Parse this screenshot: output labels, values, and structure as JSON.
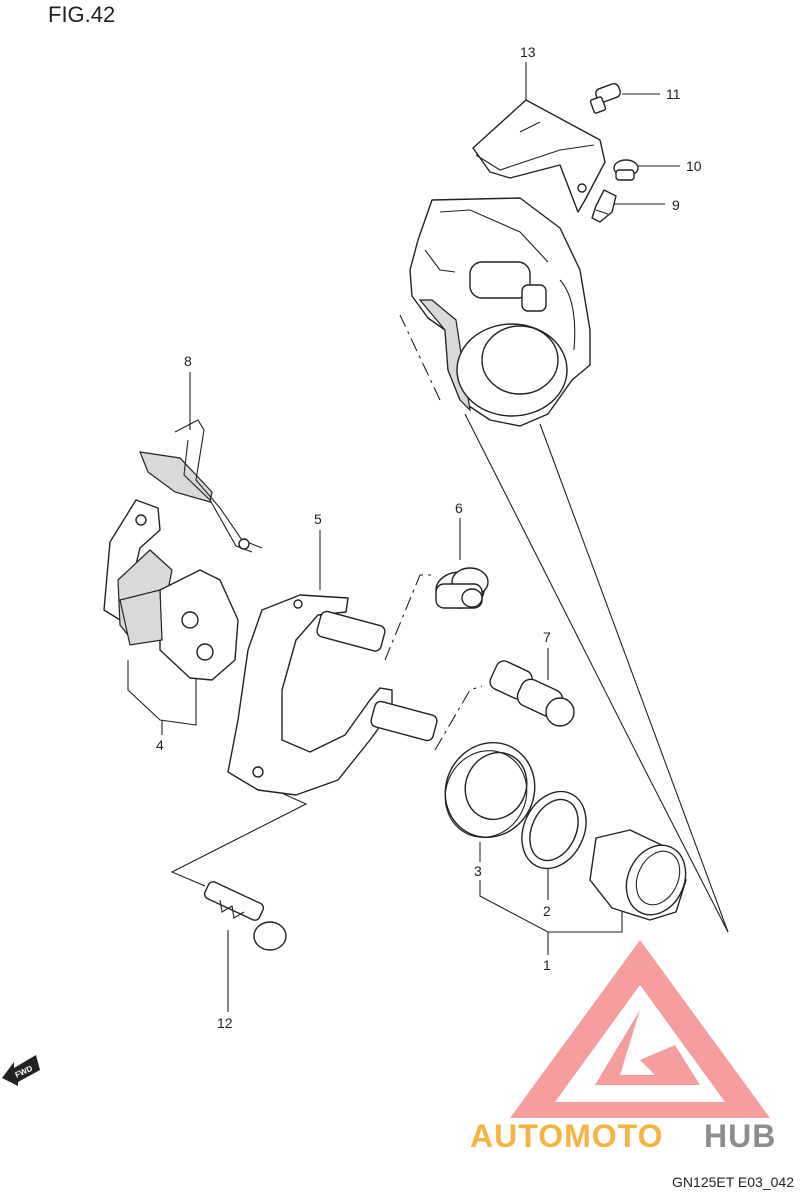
{
  "figure": {
    "title": "FIG.42",
    "code": "GN125ET E03_042"
  },
  "callouts": [
    {
      "id": "13",
      "label": "13"
    },
    {
      "id": "11",
      "label": "11"
    },
    {
      "id": "10",
      "label": "10"
    },
    {
      "id": "9",
      "label": "9"
    },
    {
      "id": "8",
      "label": "8"
    },
    {
      "id": "5",
      "label": "5"
    },
    {
      "id": "6",
      "label": "6"
    },
    {
      "id": "7",
      "label": "7"
    },
    {
      "id": "4",
      "label": "4"
    },
    {
      "id": "3",
      "label": "3"
    },
    {
      "id": "2",
      "label": "2"
    },
    {
      "id": "1",
      "label": "1"
    },
    {
      "id": "12",
      "label": "12"
    }
  ],
  "fwd": {
    "label": "FWD"
  },
  "watermark": {
    "part1": "AUTOMOTO",
    "part2": "HUB",
    "color1": "#f5a623",
    "color2": "#7a7a7a",
    "logo_color": "#f26b6b"
  }
}
